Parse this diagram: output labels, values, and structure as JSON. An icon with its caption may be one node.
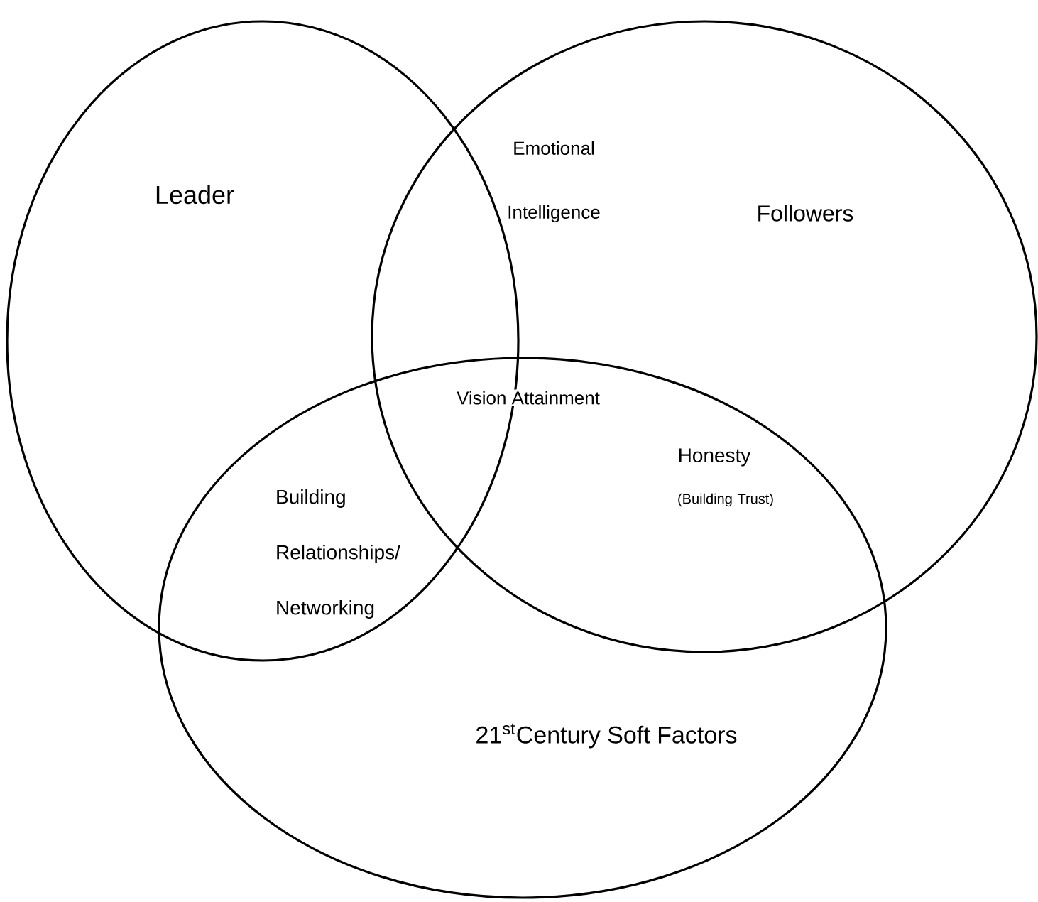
{
  "diagram": {
    "nodes": [
      {
        "text": [
          "Leader"
        ]
      },
      {
        "text": [
          "Followers"
        ]
      },
      {
        "text": [
          "21$^{st}$Century Soft Factors"
        ]
      }
    ],
    "labels": [
      "Emotional Intelligence",
      "Vision Attainment",
      "Honesty",
      "(Building Trust)",
      "Building Relationships/ Networking"
    ]
  }
}
